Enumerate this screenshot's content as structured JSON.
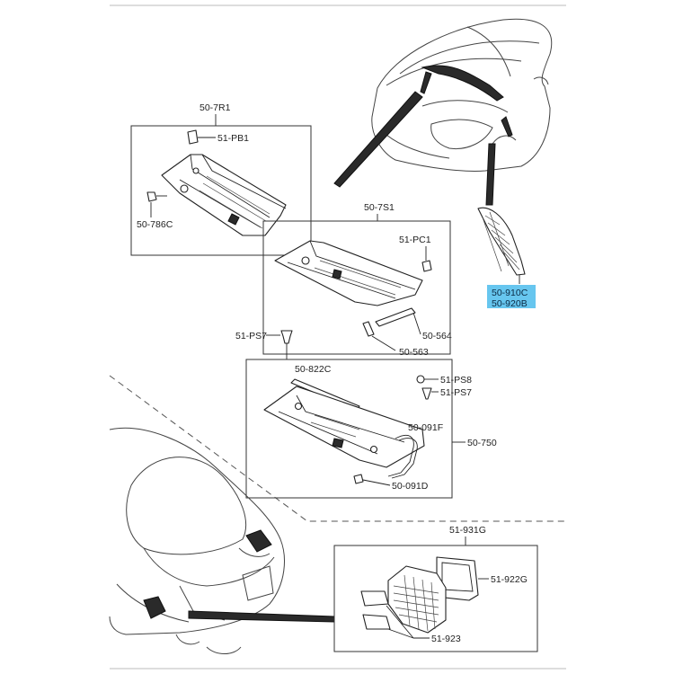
{
  "labels": {
    "group_50_7r1": "50-7R1",
    "p_51_pb1": "51-PB1",
    "p_50_786c": "50-786C",
    "group_50_7s1": "50-7S1",
    "p_51_pc1": "51-PC1",
    "p_50_910c": "50-910C",
    "p_50_920b": "50-920B",
    "p_50_564": "50-564",
    "p_50_563": "50-563",
    "p_51_ps7_top": "51-PS7",
    "p_50_822c": "50-822C",
    "p_51_ps8": "51-PS8",
    "p_51_ps7_right": "51-PS7",
    "p_50_091f": "50-091F",
    "group_50_750": "50-750",
    "p_50_091d": "50-091D",
    "group_51_931g": "51-931G",
    "p_51_922g": "51-922G",
    "p_51_923": "51-923"
  },
  "colors": {
    "highlight": "#67c6ef",
    "line": "#222222",
    "background": "#ffffff"
  }
}
